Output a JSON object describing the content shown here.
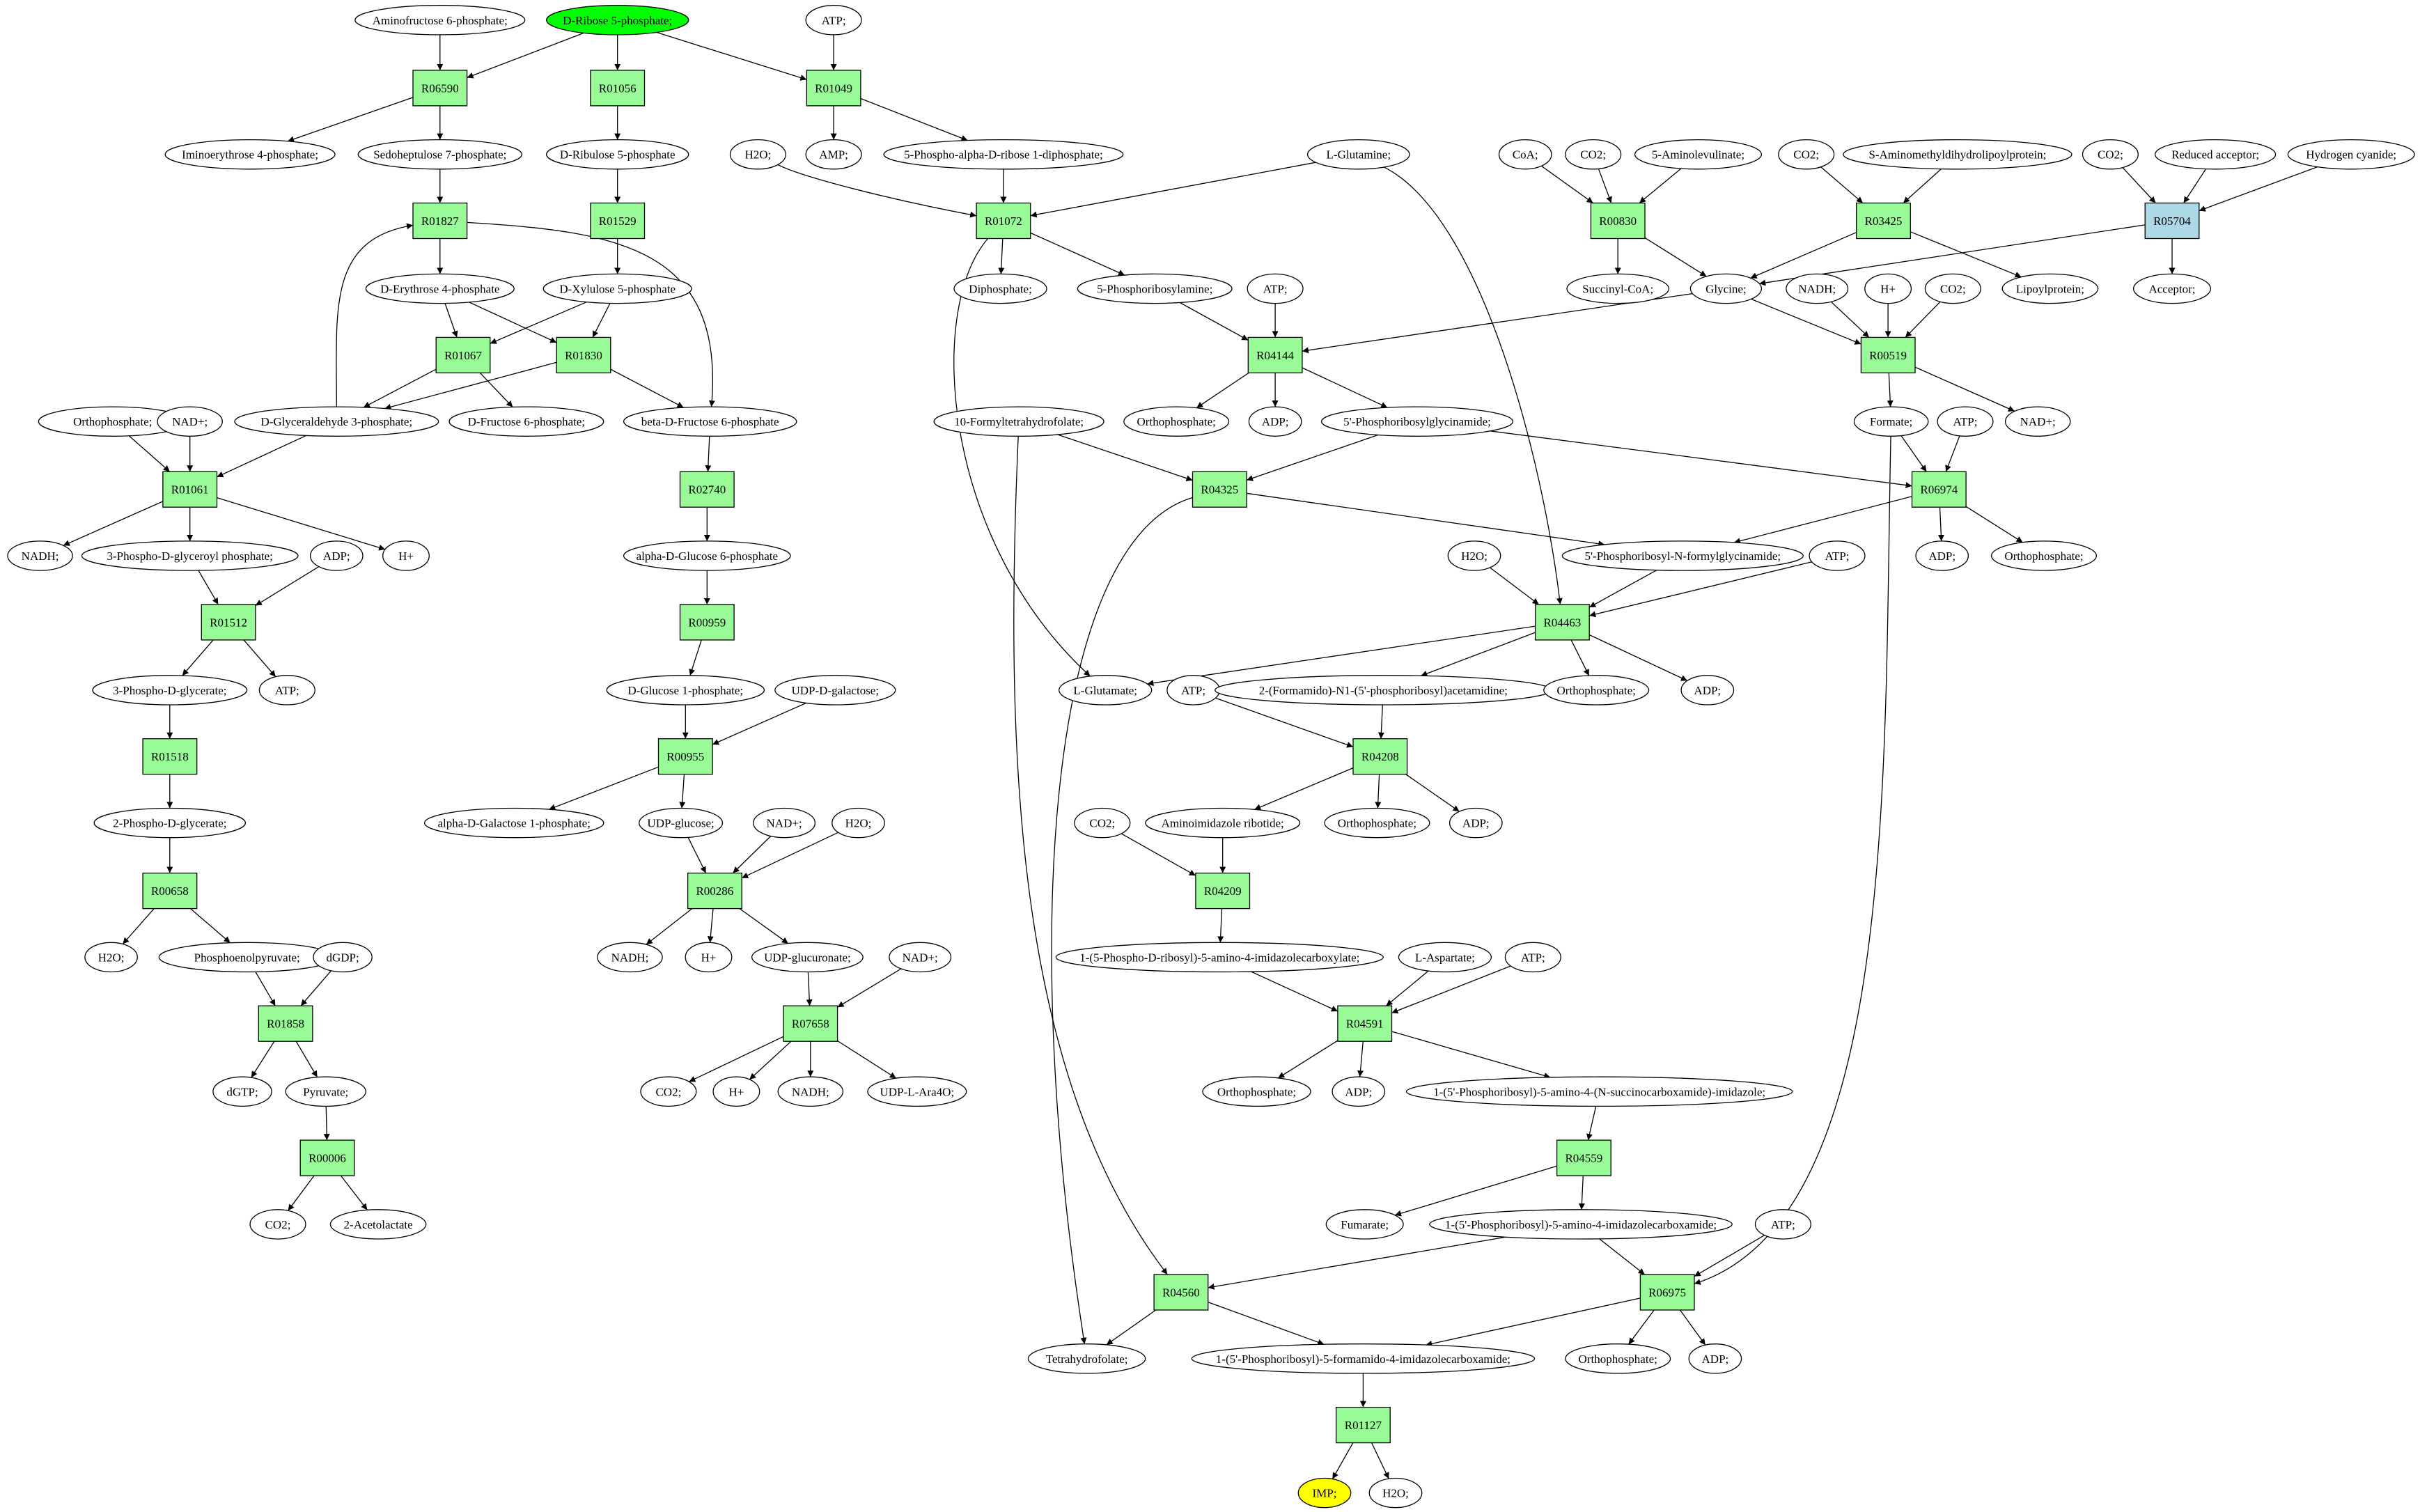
{
  "colors": {
    "reaction": "#98fb98",
    "reaction_highlight": "#add8e6",
    "source": "#00ff00",
    "target": "#ffff00",
    "compound": "#ffffff"
  },
  "nodes": {
    "c_amf6p": "Aminofructose 6-phosphate;",
    "c_drib5p": "D-Ribose 5-phosphate;",
    "c_atp1": "ATP;",
    "r_R06590": "R06590",
    "r_R01056": "R01056",
    "r_R01049": "R01049",
    "c_imino": "Iminoerythrose 4-phosphate;",
    "c_sedo": "Sedoheptulose 7-phosphate;",
    "c_dribu": "D-Ribulose 5-phosphate",
    "c_h2o1": "H2O;",
    "c_amp": "AMP;",
    "c_prpp": "5-Phospho-alpha-D-ribose 1-diphosphate;",
    "c_lgln": "L-Glutamine;",
    "c_coa": "CoA;",
    "c_co2a": "CO2;",
    "c_ala": "5-Aminolevulinate;",
    "c_co2b": "CO2;",
    "c_samdl": "S-Aminomethyldihydrolipoylprotein;",
    "c_co2c": "CO2;",
    "c_redacc": "Reduced acceptor;",
    "c_hcn": "Hydrogen cyanide;",
    "r_R01827": "R01827",
    "r_R01529": "R01529",
    "r_R01072": "R01072",
    "r_R00830": "R00830",
    "r_R03425": "R03425",
    "r_R05704": "R05704",
    "c_ery4p": "D-Erythrose 4-phosphate",
    "c_xyl5p": "D-Xylulose 5-phosphate",
    "c_diphos": "Diphosphate;",
    "c_prlamine": "5-Phosphoribosylamine;",
    "c_succoa": "Succinyl-CoA;",
    "c_glycine": "Glycine;",
    "c_lipoyl": "Lipoylprotein;",
    "c_acceptor": "Acceptor;",
    "c_atp2": "ATP;",
    "c_nadh1": "NADH;",
    "c_hplus1": "H+",
    "c_co2d": "CO2;",
    "r_R01067": "R01067",
    "r_R01830": "R01830",
    "r_R04144": "R04144",
    "r_R00519": "R00519",
    "c_orthoA": "Orthophosphate;",
    "c_nadplus1": "NAD+;",
    "c_g3p": "D-Glyceraldehyde 3-phosphate;",
    "c_fru6p": "D-Fructose 6-phosphate;",
    "c_bfru6p": "beta-D-Fructose 6-phosphate",
    "c_orthoB": "Orthophosphate;",
    "c_adp1": "ADP;",
    "c_gar": "5'-Phosphoribosylglycinamide;",
    "c_nadplus2": "NAD+;",
    "c_10fthf": "10-Formyltetrahydrofolate;",
    "c_formate": "Formate;",
    "c_atp3": "ATP;",
    "r_R01061": "R01061",
    "r_R02740": "R02740",
    "r_R04325": "R04325",
    "r_R06974": "R06974",
    "c_nadh2": "NADH;",
    "c_3pdgp": "3-Phospho-D-glyceroyl phosphate;",
    "c_adp2": "ADP;",
    "c_hplus2": "H+",
    "c_aglc6p": "alpha-D-Glucose 6-phosphate",
    "c_fgar": "5'-Phosphoribosyl-N-formylglycinamide;",
    "c_adp3": "ADP;",
    "c_orthoC": "Orthophosphate;",
    "c_h2o2": "H2O;",
    "c_atp4": "ATP;",
    "r_R01512": "R01512",
    "r_R00959": "R00959",
    "r_R04463": "R04463",
    "c_3pg": "3-Phospho-D-glycerate;",
    "c_atp5": "ATP;",
    "c_dglc1p": "D-Glucose 1-phosphate;",
    "c_udpgal": "UDP-D-galactose;",
    "c_lglu": "L-Glutamate;",
    "c_atp6": "ATP;",
    "c_fgam": "2-(Formamido)-N1-(5'-phosphoribosyl)acetamidine;",
    "c_orthoD": "Orthophosphate;",
    "c_adp4": "ADP;",
    "r_R01518": "R01518",
    "r_R00955": "R00955",
    "r_R04208": "R04208",
    "c_2pg": "2-Phospho-D-glycerate;",
    "c_agal1p": "alpha-D-Galactose 1-phosphate;",
    "c_udpglc": "UDP-glucose;",
    "c_nadplus3": "NAD+;",
    "c_h2o3": "H2O;",
    "c_co2e": "CO2;",
    "c_air": "Aminoimidazole ribotide;",
    "c_orthoE": "Orthophosphate;",
    "c_adp5": "ADP;",
    "r_R00658": "R00658",
    "r_R00286": "R00286",
    "r_R04209": "R04209",
    "c_h2o4": "H2O;",
    "c_pep": "Phosphoenolpyruvate;",
    "c_dgdp": "dGDP;",
    "c_nadh3": "NADH;",
    "c_hplus3": "H+",
    "c_udpglcu": "UDP-glucuronate;",
    "c_nadplus4": "NAD+;",
    "c_cair": "1-(5-Phospho-D-ribosyl)-5-amino-4-imidazolecarboxylate;",
    "c_lasp": "L-Aspartate;",
    "c_atp7": "ATP;",
    "r_R01858": "R01858",
    "r_R07658": "R07658",
    "r_R04591": "R04591",
    "c_dgtp": "dGTP;",
    "c_pyruvate": "Pyruvate;",
    "c_co2f": "CO2;",
    "c_hplus4": "H+",
    "c_nadh4": "NADH;",
    "c_udpara4o": "UDP-L-Ara4O;",
    "c_orthoF": "Orthophosphate;",
    "c_adp6": "ADP;",
    "c_saicar": "1-(5'-Phosphoribosyl)-5-amino-4-(N-succinocarboxamide)-imidazole;",
    "r_R00006": "R00006",
    "r_R04559": "R04559",
    "c_co2g": "CO2;",
    "c_acetolactate": "2-Acetolactate",
    "c_fumarate": "Fumarate;",
    "c_aicar": "1-(5'-Phosphoribosyl)-5-amino-4-imidazolecarboxamide;",
    "c_atp8": "ATP;",
    "r_R04560": "R04560",
    "r_R06975": "R06975",
    "c_thf": "Tetrahydrofolate;",
    "c_faicar": "1-(5'-Phosphoribosyl)-5-formamido-4-imidazolecarboxamide;",
    "c_orthoG": "Orthophosphate;",
    "c_adp7": "ADP;",
    "r_R01127": "R01127",
    "c_imp": "IMP;",
    "c_h2o5": "H2O;"
  }
}
